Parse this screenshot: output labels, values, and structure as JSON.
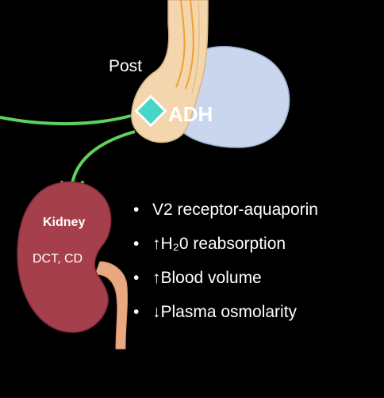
{
  "labels": {
    "post": "Post",
    "adh": "ADH",
    "kidney": "Kidney",
    "kidney_segments": "DCT, CD"
  },
  "effects": [
    "V2 receptor-aquaporin",
    "↑H₂0 reabsorption",
    "↑Blood volume",
    "↓Plasma osmolarity"
  ],
  "bullet": "•",
  "colors": {
    "background": "#000000",
    "arrow": "#5ed15e",
    "adh_diamond": "#49d6c8",
    "posterior_pituitary": "#f3d6ae",
    "anterior_pituitary": "#c9d6ee",
    "nerve_fibers": "#f0a030",
    "kidney": "#a63f4c",
    "ureter": "#e8a982"
  }
}
